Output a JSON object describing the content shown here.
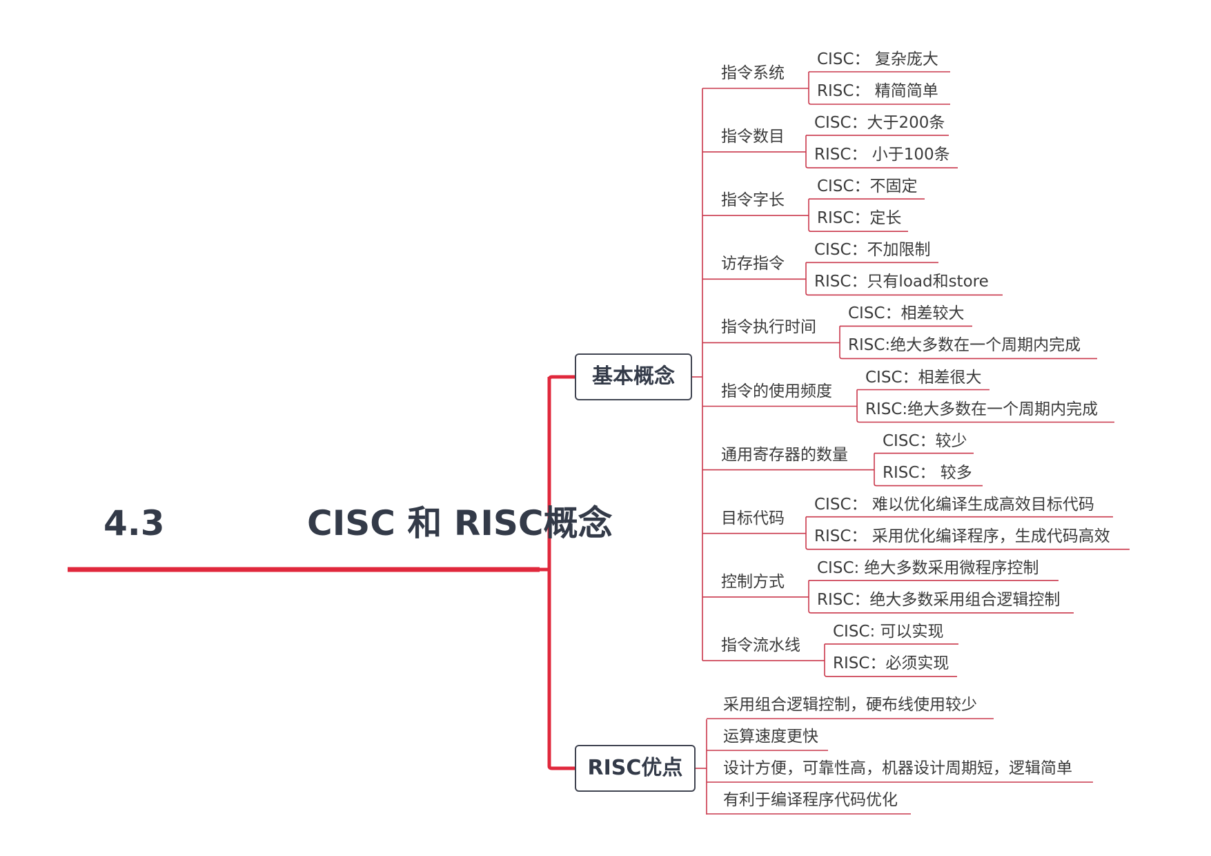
{
  "title": {
    "number": "4.3",
    "text": "CISC 和 RISC概念"
  },
  "colors": {
    "accent": "#e0283c",
    "line": "#c9364a",
    "box_border": "#3f4350"
  },
  "branches": [
    {
      "label": "基本概念",
      "topics": [
        {
          "label": "指令系统",
          "children": [
            "CISC： 复杂庞大",
            "RISC： 精简简单"
          ]
        },
        {
          "label": "指令数目",
          "children": [
            "CISC：大于200条",
            "RISC： 小于100条"
          ]
        },
        {
          "label": "指令字长",
          "children": [
            "CISC：不固定",
            "RISC：定长"
          ]
        },
        {
          "label": "访存指令",
          "children": [
            "CISC：不加限制",
            "RISC：只有load和store"
          ]
        },
        {
          "label": "指令执行时间",
          "children": [
            "CISC：相差较大",
            "RISC:绝大多数在一个周期内完成"
          ]
        },
        {
          "label": "指令的使用频度",
          "children": [
            "CISC：相差很大",
            "RISC:绝大多数在一个周期内完成"
          ]
        },
        {
          "label": "通用寄存器的数量",
          "children": [
            "CISC：较少",
            "RISC： 较多"
          ]
        },
        {
          "label": "目标代码",
          "children": [
            "CISC： 难以优化编译生成高效目标代码",
            "RISC： 采用优化编译程序，生成代码高效"
          ]
        },
        {
          "label": "控制方式",
          "children": [
            "CISC: 绝大多数采用微程序控制",
            "RISC：绝大多数采用组合逻辑控制"
          ]
        },
        {
          "label": "指令流水线",
          "children": [
            "CISC: 可以实现",
            "RISC：必须实现"
          ]
        }
      ]
    },
    {
      "label": "RISC优点",
      "items": [
        "采用组合逻辑控制，硬布线使用较少",
        "运算速度更快",
        "设计方便，可靠性高，机器设计周期短，逻辑简单",
        "有利于编译程序代码优化"
      ]
    }
  ]
}
